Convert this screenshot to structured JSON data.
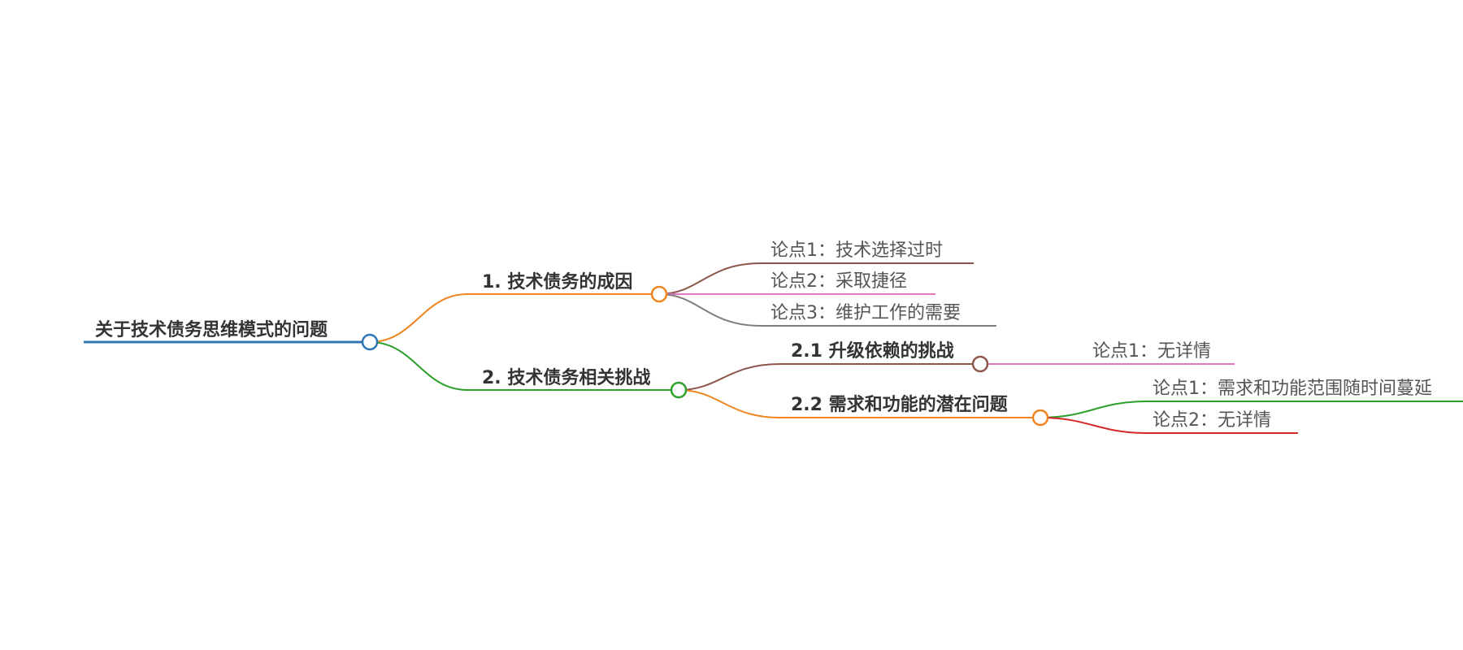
{
  "colors": {
    "root": "#2e75b6",
    "orange": "#f0851f",
    "green": "#2ca02c",
    "brown": "#8c564b",
    "pink": "#e377c2",
    "gray": "#7f7f7f",
    "red": "#d62728",
    "text_bold": "#333333",
    "text_leaf": "#555555"
  },
  "mindmap": {
    "root": {
      "label": "关于技术债务思维模式的问题"
    },
    "branch1": {
      "label": "1. 技术债务的成因",
      "leaves": [
        "论点1：技术选择过时",
        "论点2：采取捷径",
        "论点3：维护工作的需要"
      ]
    },
    "branch2": {
      "label": "2. 技术债务相关挑战",
      "sub1": {
        "label": "2.1 升级依赖的挑战",
        "leaves": [
          "论点1：无详情"
        ]
      },
      "sub2": {
        "label": "2.2 需求和功能的潜在问题",
        "leaves": [
          "论点1：需求和功能范围随时间蔓延",
          "论点2：无详情"
        ]
      }
    }
  }
}
